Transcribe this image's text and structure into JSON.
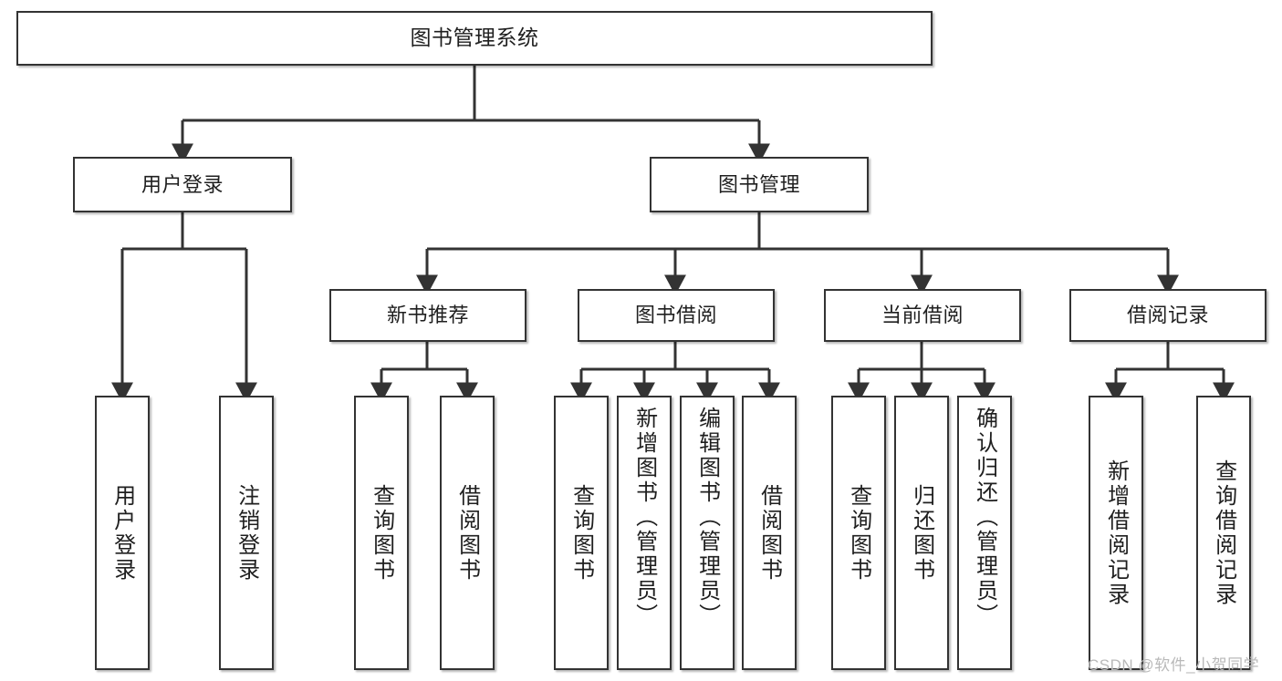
{
  "diagram": {
    "title": "图书管理系统",
    "type": "tree",
    "orientation": "top-down",
    "style": {
      "box_border_color": "#333333",
      "box_fill_color": "#ffffff",
      "edge_color": "#333333",
      "background_color": "#ffffff",
      "watermark_color": "#b9b9b9"
    },
    "watermark": "CSDN @软件_小贺同学",
    "nodes": {
      "root": {
        "label": "图书管理系统",
        "level": 0
      },
      "l1": [
        {
          "id": "user-login",
          "label": "用户登录",
          "level": 1
        },
        {
          "id": "book-manage",
          "label": "图书管理",
          "level": 1
        }
      ],
      "l2": [
        {
          "id": "new-book-recommend",
          "label": "新书推荐",
          "level": 2,
          "parent": "book-manage"
        },
        {
          "id": "book-borrow",
          "label": "图书借阅",
          "level": 2,
          "parent": "book-manage"
        },
        {
          "id": "current-borrow",
          "label": "当前借阅",
          "level": 2,
          "parent": "book-manage"
        },
        {
          "id": "borrow-record",
          "label": "借阅记录",
          "level": 2,
          "parent": "book-manage"
        }
      ],
      "leaves": [
        {
          "id": "leaf-user-login",
          "label": "用户登录",
          "parent": "user-login"
        },
        {
          "id": "leaf-user-logout",
          "label": "注销登录",
          "parent": "user-login"
        },
        {
          "id": "leaf-query-book-1",
          "label": "查询图书",
          "parent": "new-book-recommend"
        },
        {
          "id": "leaf-borrow-book-1",
          "label": "借阅图书",
          "parent": "new-book-recommend"
        },
        {
          "id": "leaf-query-book-2",
          "label": "查询图书",
          "parent": "book-borrow"
        },
        {
          "id": "leaf-add-book",
          "label": "新增图书（管理员）",
          "parent": "book-borrow"
        },
        {
          "id": "leaf-edit-book",
          "label": "编辑图书（管理员）",
          "parent": "book-borrow"
        },
        {
          "id": "leaf-borrow-book-2",
          "label": "借阅图书",
          "parent": "book-borrow"
        },
        {
          "id": "leaf-query-book-3",
          "label": "查询图书",
          "parent": "current-borrow"
        },
        {
          "id": "leaf-return-book",
          "label": "归还图书",
          "parent": "current-borrow"
        },
        {
          "id": "leaf-confirm-return",
          "label": "确认归还（管理员）",
          "parent": "current-borrow"
        },
        {
          "id": "leaf-add-record",
          "label": "新增借阅记录",
          "parent": "borrow-record"
        },
        {
          "id": "leaf-query-record",
          "label": "查询借阅记录",
          "parent": "borrow-record"
        }
      ]
    }
  }
}
